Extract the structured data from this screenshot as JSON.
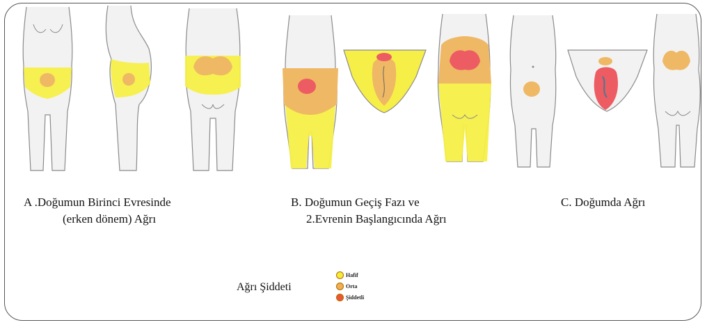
{
  "captions": {
    "a_line1": "A .Doğumun Birinci Evresinde",
    "a_line2": "(erken dönem)  Ağrı",
    "b_line1": "B. Doğumun Geçiş Fazı ve",
    "b_line2": "2.Evrenin  Başlangıcında Ağrı",
    "c_line1": "C. Doğumda Ağrı"
  },
  "legend": {
    "title": "Ağrı Şiddeti",
    "items": [
      {
        "label": "Hafif",
        "color": "#f4ec3a"
      },
      {
        "label": "Orta",
        "color": "#f0b050"
      },
      {
        "label": "Şiddetli",
        "color": "#ee5533"
      }
    ]
  },
  "colors": {
    "mild": "#f4ee4a",
    "moderate": "#efb865",
    "severe": "#ec5c62",
    "outline": "#8c8c8c",
    "body": "#f4f4f4"
  }
}
